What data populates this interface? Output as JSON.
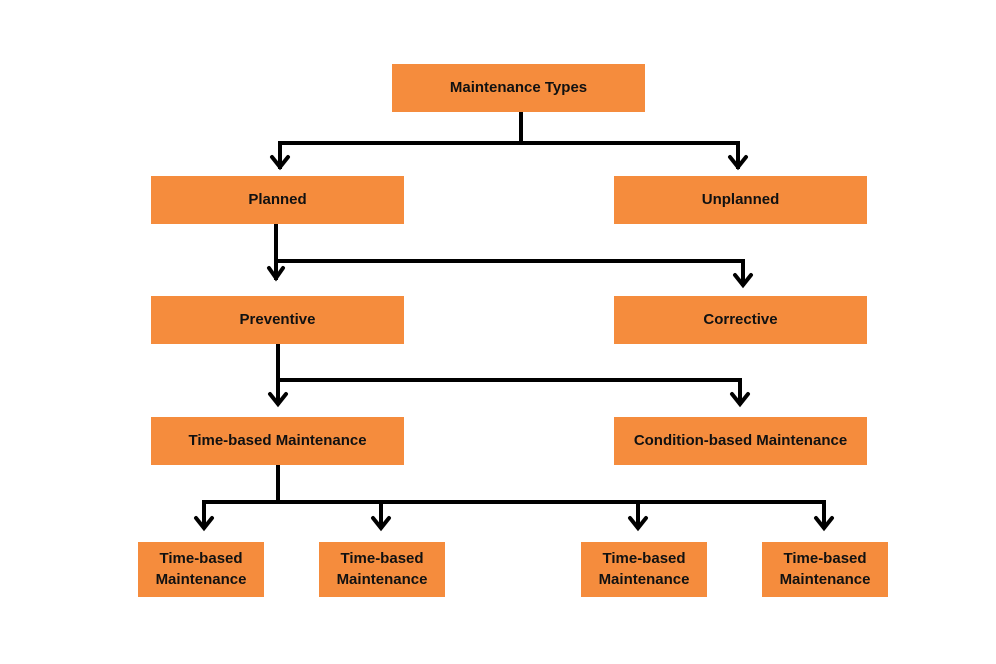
{
  "colors": {
    "node_fill": "#f58c3d",
    "text": "#111111",
    "connector": "#000000",
    "background": "#ffffff"
  },
  "diagram": {
    "root": {
      "label": "Maintenance Types"
    },
    "level1": {
      "planned": {
        "label": "Planned"
      },
      "unplanned": {
        "label": "Unplanned"
      }
    },
    "level2": {
      "preventive": {
        "label": "Preventive"
      },
      "corrective": {
        "label": "Corrective"
      }
    },
    "level3": {
      "time_based": {
        "label": "Time-based Maintenance"
      },
      "condition_based": {
        "label": "Condition-based Maintenance"
      }
    },
    "level4": [
      {
        "line1": "Time-based",
        "line2": "Maintenance"
      },
      {
        "line1": "Time-based",
        "line2": "Maintenance"
      },
      {
        "line1": "Time-based",
        "line2": "Maintenance"
      },
      {
        "line1": "Time-based",
        "line2": "Maintenance"
      }
    ]
  }
}
